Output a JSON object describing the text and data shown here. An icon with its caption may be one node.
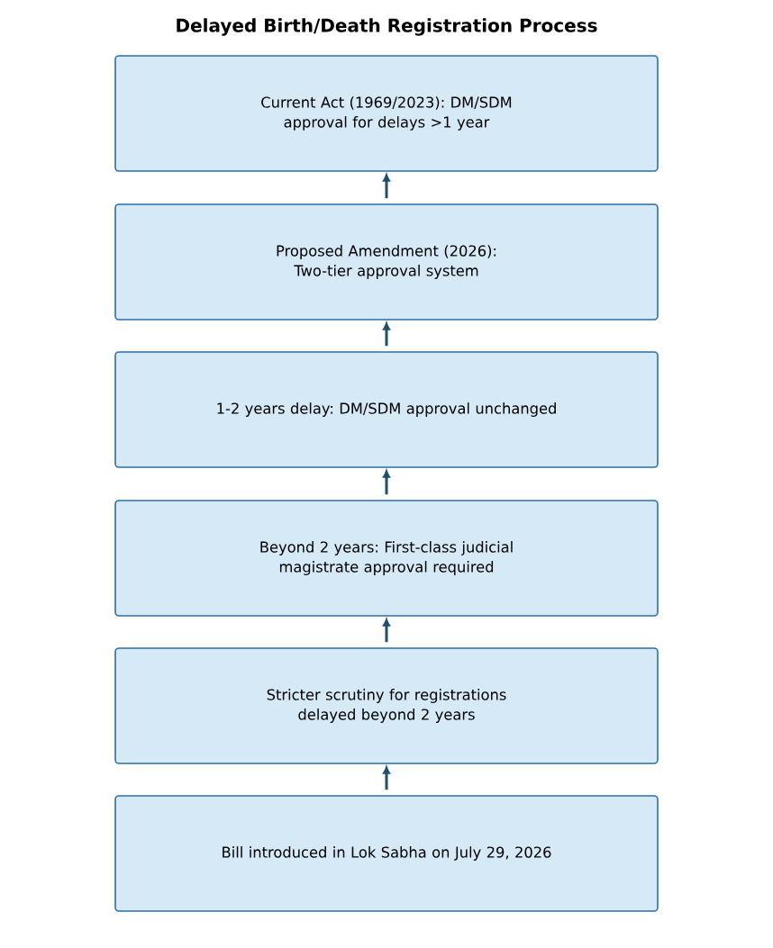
{
  "diagram": {
    "title": "Delayed Birth/Death Registration Process",
    "nodes": [
      {
        "text": [
          "Current Act (1969/2023): DM/SDM approval for delays >1 year"
        ]
      },
      {
        "text": [
          "Proposed Amendment (2026): Two-tier approval system"
        ]
      },
      {
        "text": [
          "1-2 years delay: DM/SDM approval unchanged"
        ]
      },
      {
        "text": [
          "Beyond 2 years: First-class judicial magistrate approval required"
        ]
      },
      {
        "text": [
          "Stricter scrutiny for registrations delayed beyond 2 years"
        ]
      },
      {
        "text": [
          "Bill introduced in Lok Sabha on July 29, 2026"
        ]
      }
    ],
    "edges": [
      {
        "from": 1,
        "to": 0,
        "arrow": "to"
      },
      {
        "from": 2,
        "to": 1,
        "arrow": "to"
      },
      {
        "from": 3,
        "to": 2,
        "arrow": "to"
      },
      {
        "from": 4,
        "to": 3,
        "arrow": "to"
      },
      {
        "from": 5,
        "to": 4,
        "arrow": "to"
      }
    ]
  }
}
